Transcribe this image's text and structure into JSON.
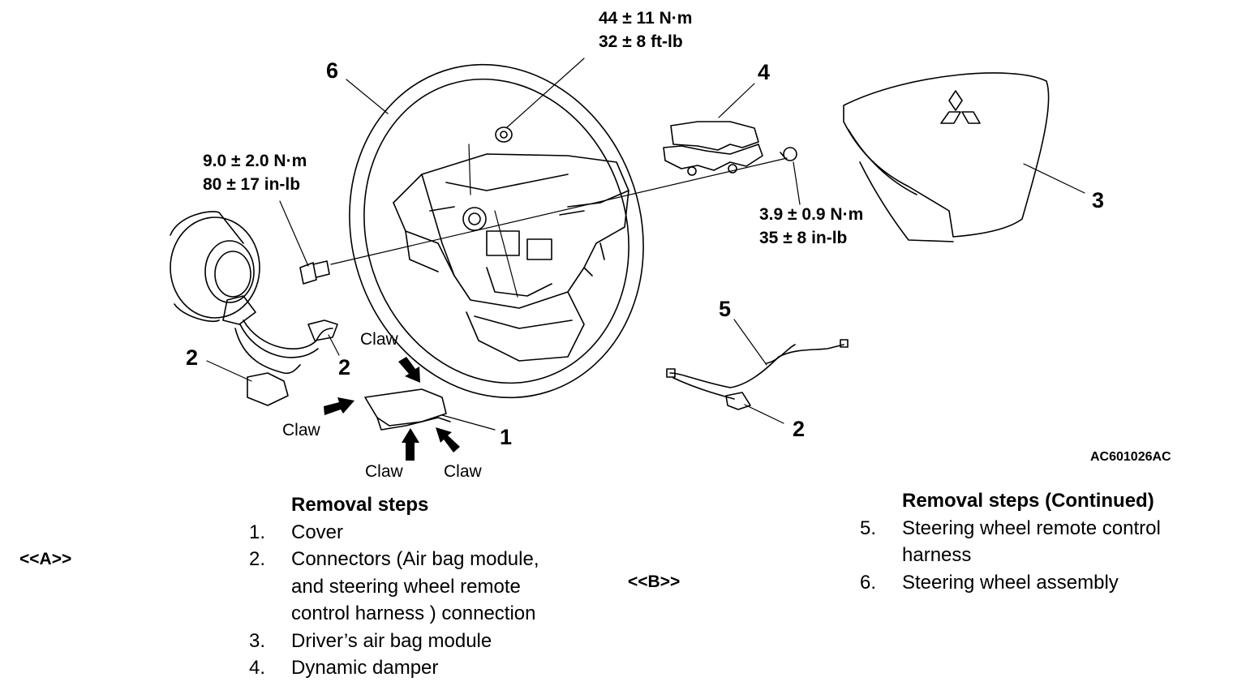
{
  "callouts": {
    "c1": "1",
    "c2a": "2",
    "c2b": "2",
    "c2c": "2",
    "c3": "3",
    "c4": "4",
    "c5": "5",
    "c6": "6"
  },
  "torque": {
    "nut_nm": "44 ± 11 N·m",
    "nut_ftlb": "32 ± 8 ft-lb",
    "bolt_nm": "9.0 ± 2.0 N·m",
    "bolt_inlb": "80 ± 17 in-lb",
    "damper_nm": "3.9 ± 0.9 N·m",
    "damper_inlb": "35 ± 8 in-lb"
  },
  "claws": {
    "top": "Claw",
    "left": "Claw",
    "bottom_left": "Claw",
    "bottom_right": "Claw"
  },
  "figure_id": "AC601026AC",
  "refs": {
    "a": "<<A>>",
    "b": "<<B>>"
  },
  "steps_left": {
    "heading": "Removal steps",
    "items": [
      {
        "num": "1.",
        "lines": [
          "Cover"
        ]
      },
      {
        "num": "2.",
        "lines": [
          "Connectors (Air bag module,",
          "and steering wheel remote",
          "control harness ) connection"
        ]
      },
      {
        "num": "3.",
        "lines": [
          "Driver’s air bag module"
        ]
      },
      {
        "num": "4.",
        "lines": [
          "Dynamic damper"
        ]
      }
    ]
  },
  "steps_right": {
    "heading": "Removal steps (Continued)",
    "items": [
      {
        "num": "5.",
        "lines": [
          "Steering wheel remote control",
          "harness"
        ]
      },
      {
        "num": "6.",
        "lines": [
          "Steering wheel assembly"
        ]
      }
    ]
  }
}
